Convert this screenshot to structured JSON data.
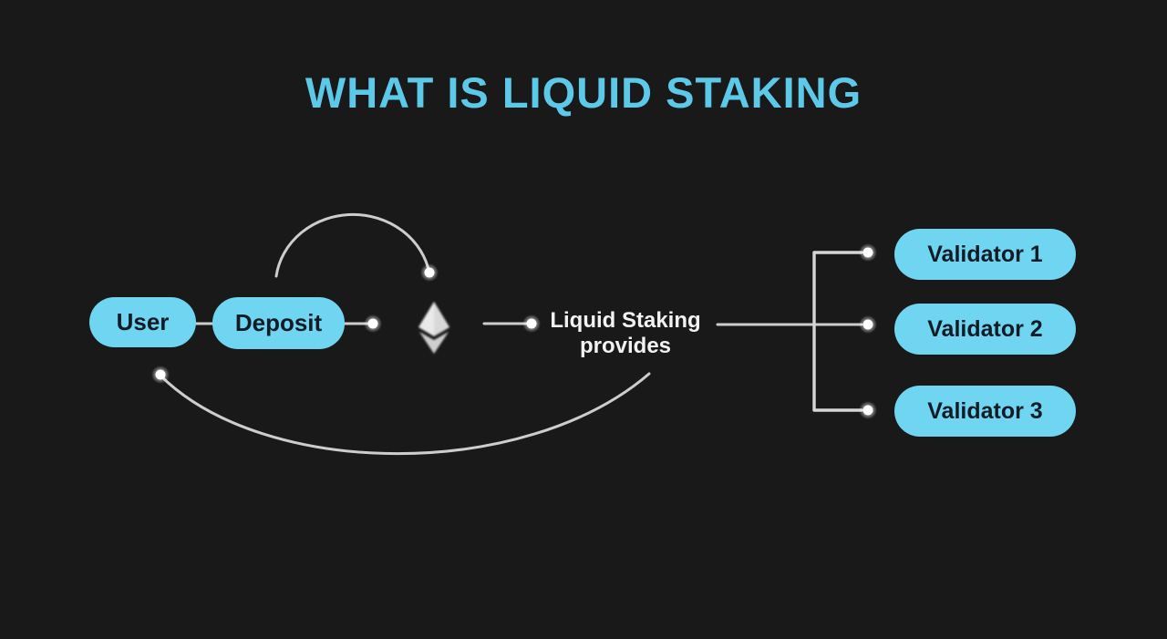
{
  "colors": {
    "background": "#191919",
    "accent": "#70d5f1",
    "title-color": "#5cc9e8",
    "line-color": "#cdcdcd",
    "pill-text": "#131c26",
    "label-text": "#f2f2f2"
  },
  "header": {
    "title": "WHAT IS LIQUID STAKING"
  },
  "diagram": {
    "nodes": {
      "user": {
        "label": "User"
      },
      "deposit": {
        "label": "Deposit"
      },
      "provider": {
        "line1": "Liquid Staking",
        "line2": "provides"
      },
      "validators": [
        {
          "label": "Validator 1"
        },
        {
          "label": "Validator 2"
        },
        {
          "label": "Validator 3"
        }
      ]
    },
    "icons": {
      "ethereum": "ethereum-logo"
    }
  }
}
